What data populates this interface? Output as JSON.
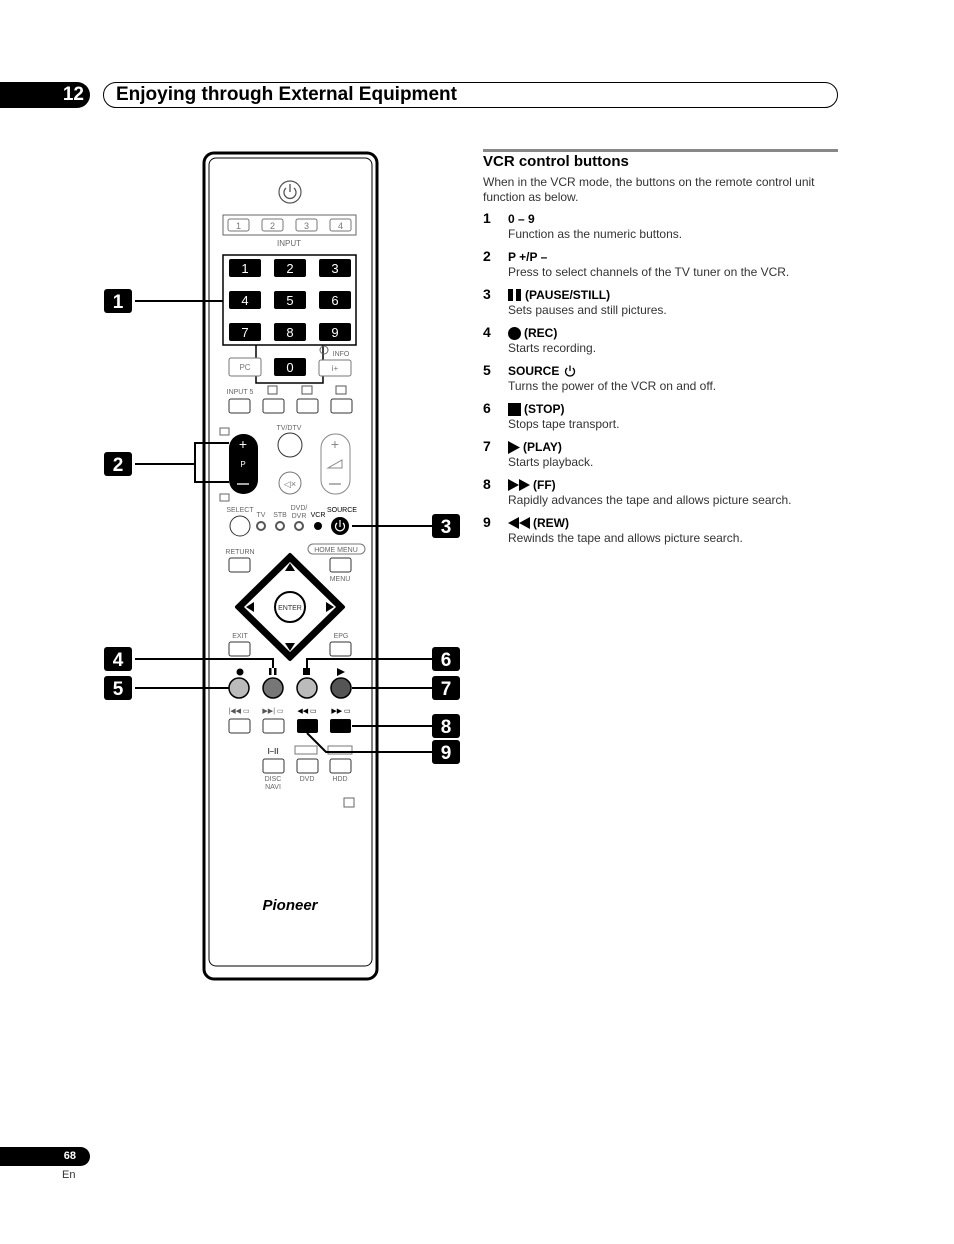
{
  "chapter": {
    "number": "12",
    "title": "Enjoying through External Equipment"
  },
  "section": {
    "title": "VCR control buttons",
    "intro": "When in the VCR mode, the buttons on the remote control unit function as below.",
    "items": [
      {
        "num": "1",
        "symbol": "",
        "label": "0 – 9",
        "desc": "Function as the numeric buttons."
      },
      {
        "num": "2",
        "symbol": "",
        "label": "P +/P –",
        "desc": "Press to select channels of the TV tuner on the VCR."
      },
      {
        "num": "3",
        "symbol": "pause-icon",
        "label": "(PAUSE/STILL)",
        "desc": "Sets pauses and still pictures."
      },
      {
        "num": "4",
        "symbol": "rec-icon",
        "label": "(REC)",
        "desc": "Starts recording."
      },
      {
        "num": "5",
        "symbol": "",
        "label": "SOURCE",
        "desc": "Turns the power of the VCR on and off."
      },
      {
        "num": "6",
        "symbol": "stop-icon",
        "label": "(STOP)",
        "desc": "Stops tape transport."
      },
      {
        "num": "7",
        "symbol": "play-icon",
        "label": "(PLAY)",
        "desc": "Starts playback."
      },
      {
        "num": "8",
        "symbol": "ff-icon",
        "label": "(FF)",
        "desc": "Rapidly advances the tape and allows picture search."
      },
      {
        "num": "9",
        "symbol": "rew-icon",
        "label": "(REW)",
        "desc": "Rewinds the tape and allows picture search."
      }
    ]
  },
  "remote": {
    "input_buttons": [
      "1",
      "2",
      "3",
      "4"
    ],
    "input_label": "INPUT",
    "numeric_buttons": [
      "1",
      "2",
      "3",
      "4",
      "5",
      "6",
      "7",
      "8",
      "9",
      "0"
    ],
    "pc_label": "PC",
    "info_label": "INFO",
    "input5_label": "INPUT 5",
    "tvdtv_label": "TV/DTV",
    "p_label": "P",
    "select_label": "SELECT",
    "tv_label": "TV",
    "stb_label": "STB",
    "dvd_dvr_label1": "DVD/",
    "dvd_dvr_label2": "DVR",
    "vcr_label": "VCR",
    "source_label": "SOURCE",
    "return_label": "RETURN",
    "home_menu_label": "HOME MENU",
    "menu_label": "MENU",
    "enter_label": "ENTER",
    "exit_label": "EXIT",
    "epg_label": "EPG",
    "disc_navi_label1": "DISC",
    "disc_navi_label2": "NAVI",
    "dvd_label": "DVD",
    "hdd_label": "HDD",
    "dual_label": "I–II",
    "brand": "Pioneer",
    "callouts": [
      "1",
      "2",
      "3",
      "4",
      "5",
      "6",
      "7",
      "8",
      "9"
    ]
  },
  "footer": {
    "page": "68",
    "lang": "En"
  }
}
